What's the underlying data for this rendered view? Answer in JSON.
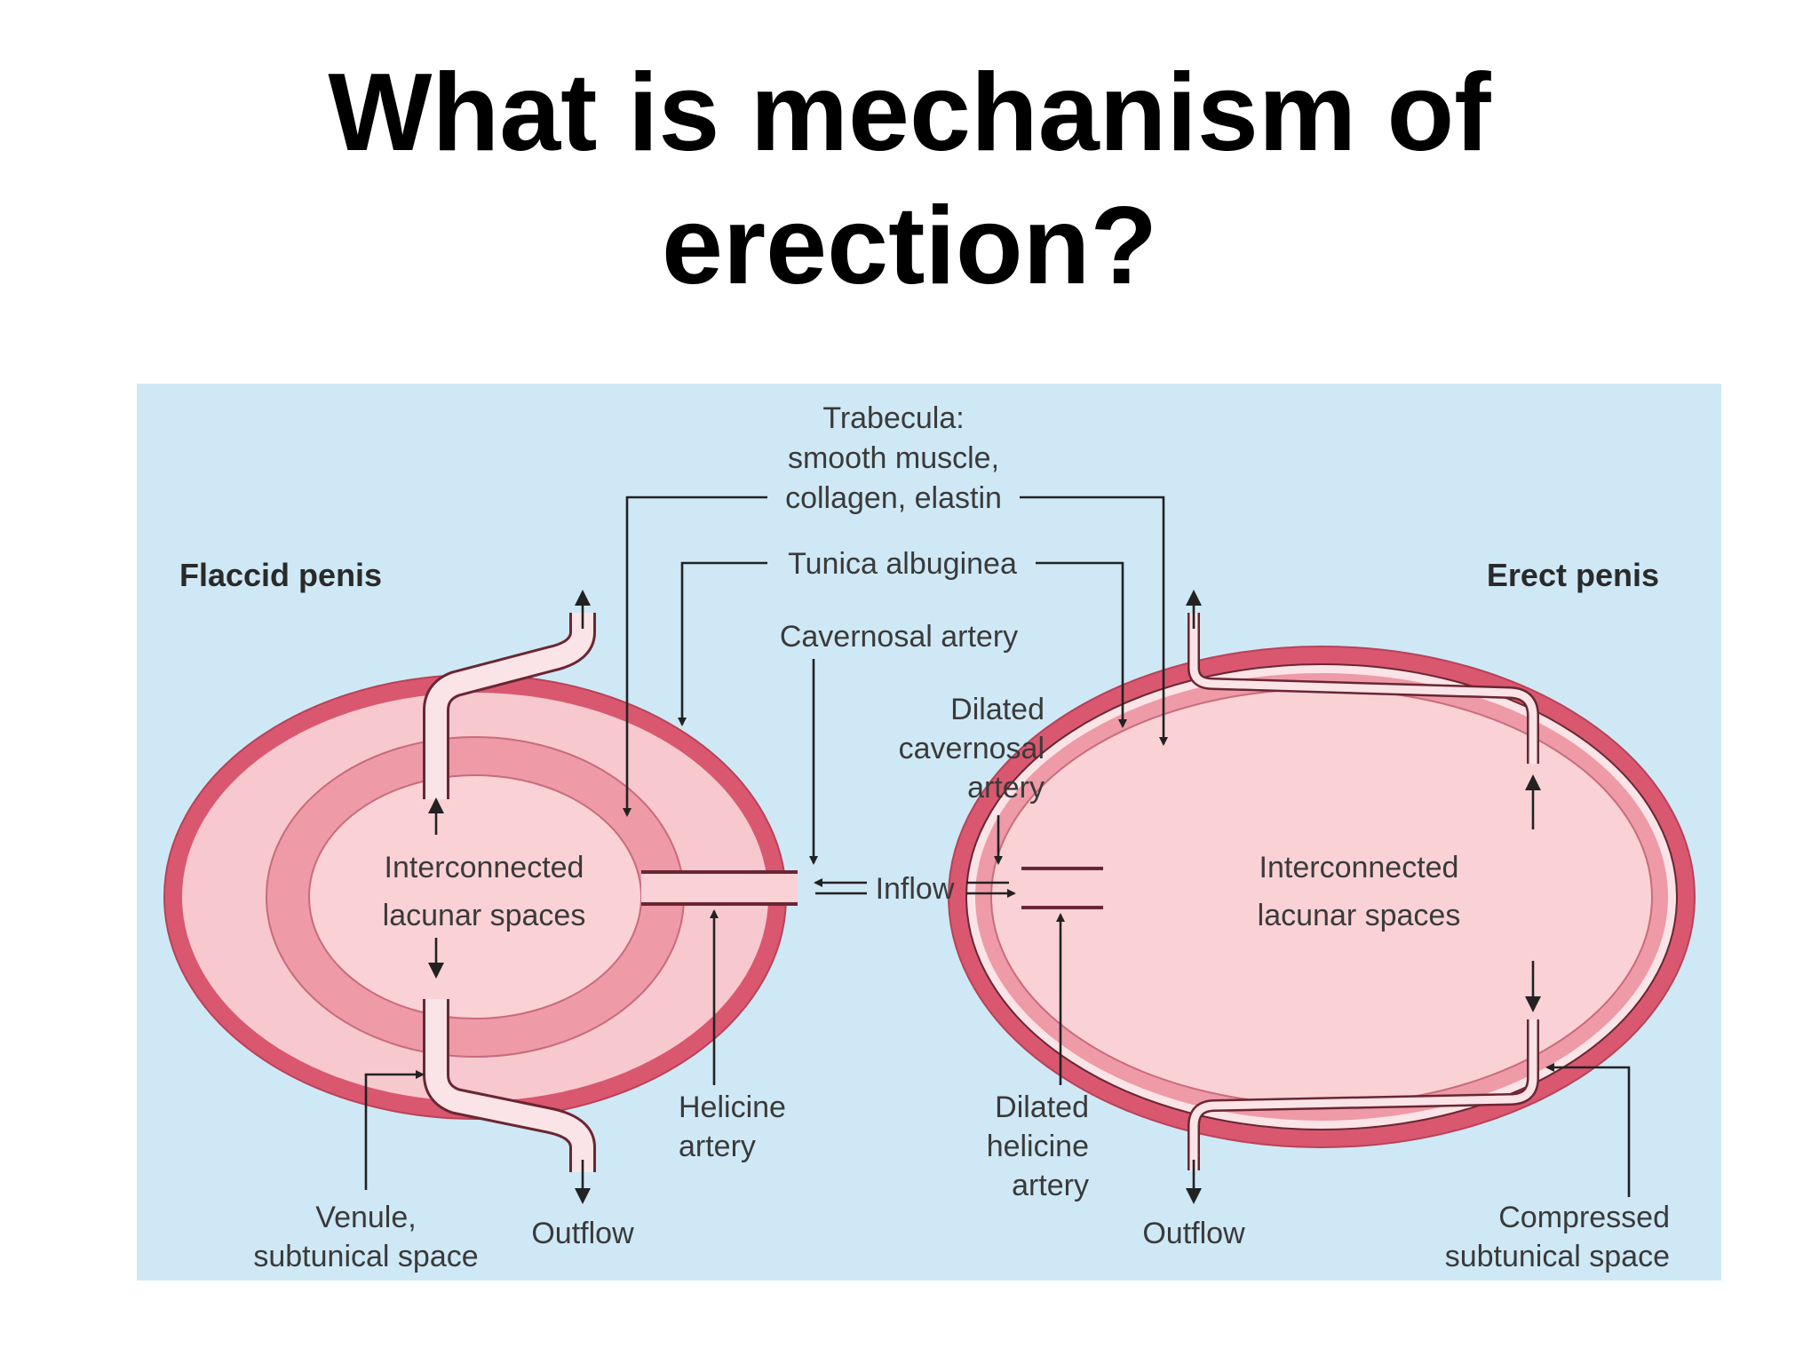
{
  "title": {
    "line1": "What is mechanism of",
    "line2": "erection?"
  },
  "colors": {
    "panel_bg": "#cfe8f6",
    "tunica": "#d9586f",
    "trabecula": "#ee9aa7",
    "lacunar": "#fad2d6",
    "vessel_fill": "#fbe4e7"
  },
  "labels": {
    "flaccid": "Flaccid penis",
    "erect": "Erect penis",
    "trabecula": [
      "Trabecula:",
      "smooth muscle,",
      "collagen, elastin"
    ],
    "tunica": "Tunica albuginea",
    "cavernosal": "Cavernosal artery",
    "dilated_cavernosal": [
      "Dilated",
      "cavernosal",
      "artery"
    ],
    "lacunar_left": [
      "Interconnected",
      "lacunar spaces"
    ],
    "lacunar_right": [
      "Interconnected",
      "lacunar spaces"
    ],
    "inflow": "Inflow",
    "helicine": [
      "Helicine",
      "artery"
    ],
    "dilated_helicine": [
      "Dilated",
      "helicine",
      "artery"
    ],
    "venule": [
      "Venule,",
      "subtunical space"
    ],
    "outflow_left": "Outflow",
    "outflow_right": "Outflow",
    "compressed": [
      "Compressed",
      "subtunical space"
    ]
  }
}
